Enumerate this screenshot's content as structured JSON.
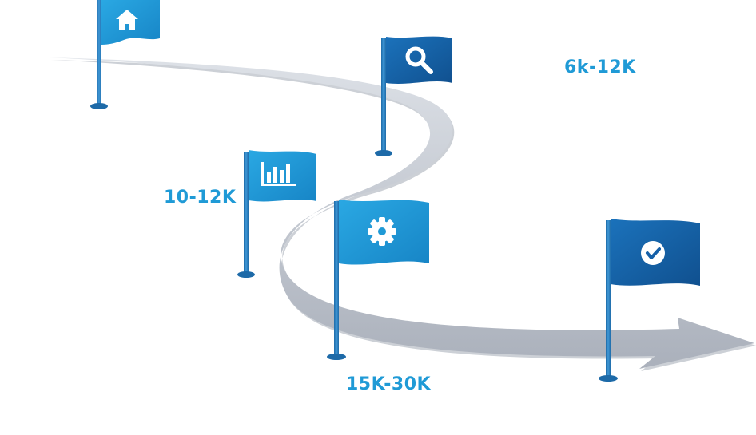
{
  "salary_labels": {
    "top_right": "6k-12K",
    "middle_left": "10-12K",
    "bottom_center": "15K-30K"
  },
  "flags": [
    {
      "icon": "home-icon"
    },
    {
      "icon": "search-icon"
    },
    {
      "icon": "bar-chart-icon"
    },
    {
      "icon": "gear-icon"
    },
    {
      "icon": "checkmark-icon"
    }
  ],
  "colors": {
    "flag_light": "#1f9ad6",
    "flag_dark": "#1560a8",
    "pole": "#2c7fbf",
    "road": "#c4c9d2",
    "road_shadow": "#8c93a0",
    "label_text": "#1f9ad6"
  }
}
